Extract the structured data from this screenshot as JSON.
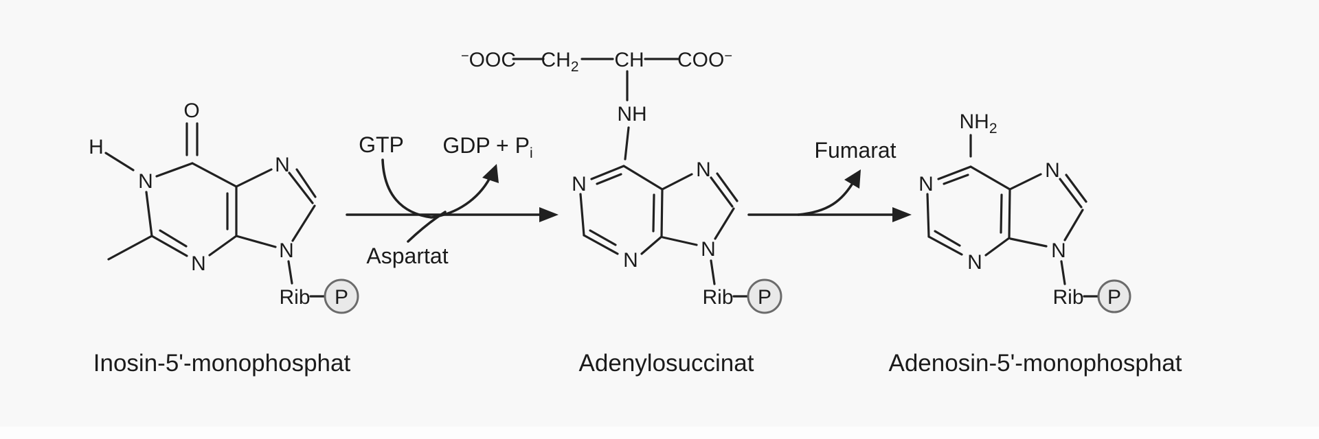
{
  "canvas": {
    "background": "#f8f8f8",
    "bottom_strip": "#fdfdfd",
    "ink": "#212121"
  },
  "molecules": {
    "imp": {
      "name": "Inosin-5'-monophosphat",
      "atoms": {
        "o": "O",
        "h": "H",
        "n1": "N",
        "n3": "N",
        "n7": "N",
        "n9": "N"
      },
      "ribose": "Rib",
      "phosphate": "P"
    },
    "adenylosuccinate": {
      "name": "Adenylosuccinat",
      "succinate": {
        "carboxylate_left_super": "−",
        "carboxylate_left": "OOC",
        "methylene": "CH",
        "methylene_sub": "2",
        "methine": "CH",
        "carboxylate_right": "COO",
        "carboxylate_right_super": "−",
        "imino": "NH"
      },
      "atoms": {
        "n1": "N",
        "n3": "N",
        "n7": "N",
        "n9": "N"
      },
      "ribose": "Rib",
      "phosphate": "P"
    },
    "amp": {
      "name": "Adenosin-5'-monophosphat",
      "amine": "NH",
      "amine_sub": "2",
      "atoms": {
        "n1": "N",
        "n3": "N",
        "n7": "N",
        "n9": "N"
      },
      "ribose": "Rib",
      "phosphate": "P"
    }
  },
  "reactions": {
    "step1": {
      "substrate_top": "GTP",
      "product_top": "GDP + P",
      "product_top_sub": "i",
      "substrate_bottom": "Aspartat"
    },
    "step2": {
      "product_top": "Fumarat"
    }
  }
}
